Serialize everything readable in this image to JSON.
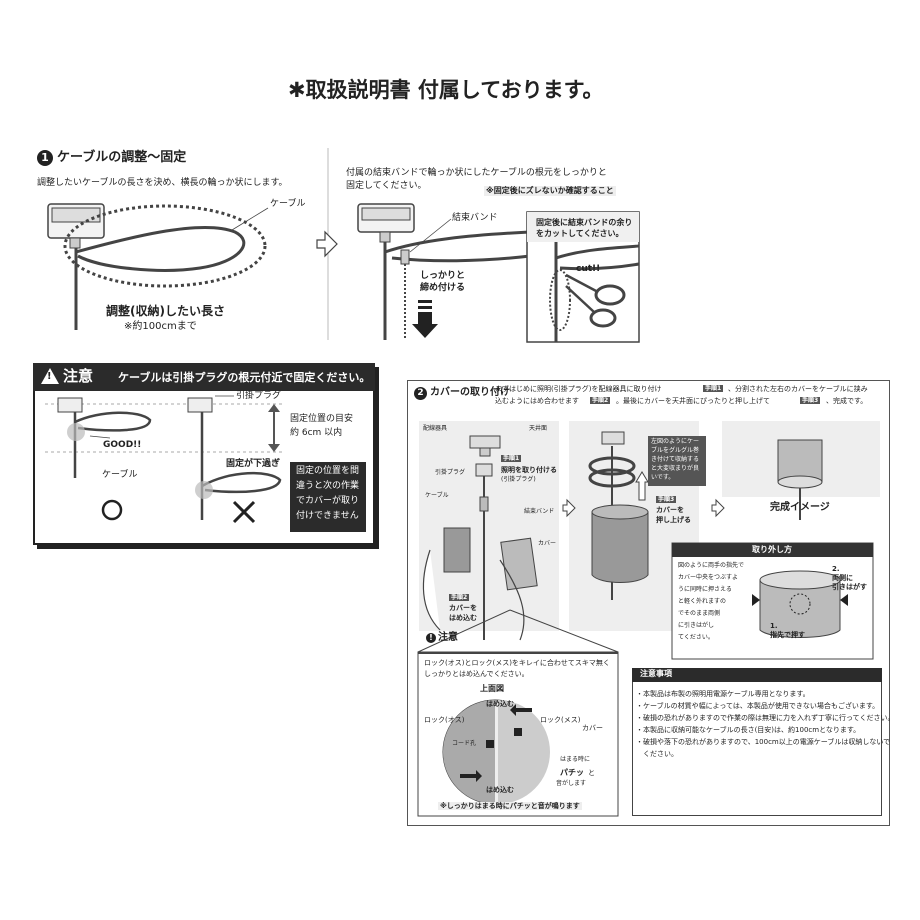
{
  "header": {
    "title": "✱取扱説明書 付属しております。"
  },
  "section1": {
    "number": "1",
    "title": "ケーブルの調整〜固定",
    "desc": "調整したいケーブルの長さを決め、横長の輪っか状にします。",
    "cable_label": "ケーブル",
    "length_label": "調整(収納)したい長さ",
    "length_note": "※約100cmまで"
  },
  "section1b": {
    "desc_line1": "付属の結束バンドで輪っか状にしたケーブルの根元をしっかりと",
    "desc_line2": "固定してください。",
    "check_note": "※固定後にズレないか確認すること",
    "band_label": "結束バンド",
    "tighten_line1": "しっかりと",
    "tighten_line2": "締め付ける",
    "cut_note_line1": "固定後に結束バンドの余り",
    "cut_note_line2": "をカットしてください。",
    "cut_label": "cut!!"
  },
  "caution": {
    "badge": "注意",
    "title": "ケーブルは引掛プラグの根元付近で固定ください。",
    "plug_label": "引掛プラグ",
    "position_line1": "固定位置の目安",
    "position_line2": "約 6cm 以内",
    "good_label": "GOOD!!",
    "cable_label": "ケーブル",
    "drop_label": "固定が下過ぎ",
    "warn_line1": "固定の位置を間",
    "warn_line2": "違うと次の作業",
    "warn_line3": "でカバーが取り",
    "warn_line4": "付けできません",
    "ok_symbol": "○",
    "ng_symbol": "✕"
  },
  "section2": {
    "number": "2",
    "title": "カバーの取り付け",
    "desc_line1_a": "まずはじめに照明(引掛プラグ)を配線器具に取り付け",
    "step1_chip": "手順1",
    "desc_line1_b": "、分割された左右のカバーをケーブルに挟み",
    "desc_line2_a": "込むようにはめ合わせます",
    "step2_chip": "手順2",
    "desc_line2_b": "。最後にカバーを天井面にぴったりと押し上げて",
    "step3_chip": "手順3",
    "desc_line2_c": "、完成です。",
    "wiring_label": "配線器具",
    "ceiling_label": "天井面",
    "plug_label": "引掛プラグ",
    "step1_title": "手順1",
    "step1_line1": "照明を取り付ける",
    "step1_line2": "(引掛プラグ)",
    "cable_label": "ケーブル",
    "band_label": "結束バンド",
    "cover_label": "カバー",
    "step2_title": "手順2",
    "step2_line1": "カバーを",
    "step2_line2": "はめ込む",
    "tip_line1": "左図のようにケー",
    "tip_line2": "ブルをグルグル巻",
    "tip_line3": "き付けて収納する",
    "tip_line4": "と大変収まりが良",
    "tip_line5": "いです。",
    "step3_title": "手順3",
    "step3_line1": "カバーを",
    "step3_line2": "押し上げる",
    "done_label": "完成イメージ"
  },
  "removal": {
    "title": "取り外し方",
    "line1": "図のように両手の指先で",
    "line2": "カバー中央をつぶすよ",
    "line3": "うに同時に押さえる",
    "line4": "と軽く外れますの",
    "line5": "でそのまま両側",
    "line6": "に引きはがし",
    "line7": "てください。",
    "pull_line1": "2.",
    "pull_line2": "両側に",
    "pull_line3": "引きはがす",
    "push_line1": "1.",
    "push_line2": "指先で押す"
  },
  "caution2": {
    "badge": "注意",
    "desc_line1": "ロック(オス)とロック(メス)をキレイに合わせてスキマ無く",
    "desc_line2": "しっかりとはめ込んでください。",
    "top_view": "上面図",
    "fit_top": "はめ込む",
    "fit_bottom": "はめ込む",
    "lock_male": "ロック(オス)",
    "lock_female": "ロック(メス)",
    "cover": "カバー",
    "cord_hole": "コード孔",
    "click_line1": "はまる時に",
    "click_line2": "パチッ",
    "click_line3": "と",
    "click_line4": "音がします",
    "footer": "※しっかりはまる時にパチッと音が鳴ります"
  },
  "notes": {
    "title": "注意事項",
    "items": [
      "・本製品は布製の照明用電源ケーブル専用となります。",
      "・ケーブルの材質や幅によっては、本製品が使用できない場合もございます。",
      "・破損の恐れがありますので作業の際は無理に力を入れず丁寧に行ってください。",
      "・本製品に収納可能なケーブルの長さ(目安)は、約100cmとなります。",
      "・破損や落下の恐れがありますので、100cm以上の電源ケーブルは収納しないで",
      "　ください。"
    ]
  }
}
